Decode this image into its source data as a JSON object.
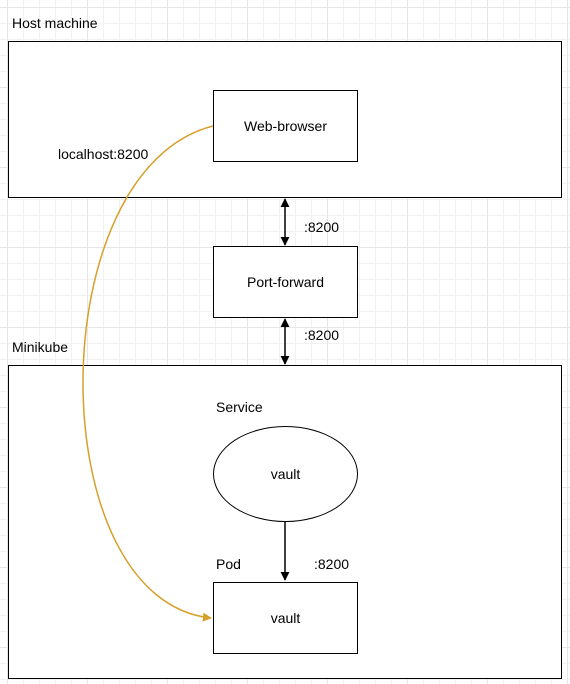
{
  "diagram": {
    "host_machine": {
      "label": "Host machine"
    },
    "web_browser": {
      "label": "Web-browser"
    },
    "port_forward": {
      "label": "Port-forward"
    },
    "minikube": {
      "label": "Minikube"
    },
    "service": {
      "label": "Service",
      "name": "vault"
    },
    "pod": {
      "label": "Pod",
      "name": "vault"
    },
    "edges": {
      "browser_to_portforward": {
        "label": ":8200"
      },
      "portforward_to_minikube": {
        "label": ":8200"
      },
      "service_to_pod": {
        "label": ":8200"
      },
      "browser_to_pod": {
        "label": "localhost:8200"
      }
    }
  },
  "colors": {
    "stroke": "#000000",
    "curve": "#d6a02a",
    "fill": "#ffffff"
  }
}
